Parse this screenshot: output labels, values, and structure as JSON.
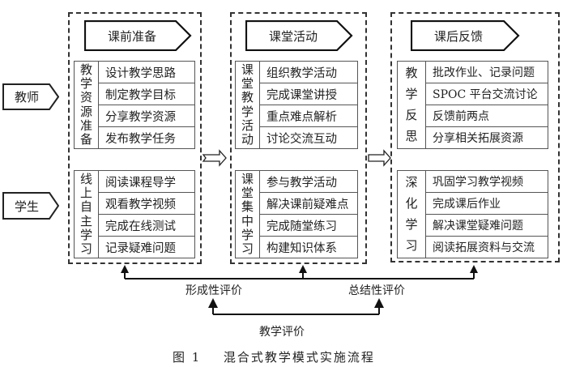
{
  "roles": {
    "teacher": "教师",
    "student": "学生"
  },
  "phases": [
    {
      "title": "课前准备",
      "teacher_block": {
        "side_label": [
          "教",
          "学",
          "资",
          "源",
          "准",
          "备"
        ],
        "items": [
          "设计教学思路",
          "制定教学目标",
          "分享教学资源",
          "发布教学任务"
        ]
      },
      "student_block": {
        "side_label": [
          "线",
          "上",
          "自",
          "主",
          "学",
          "习"
        ],
        "items": [
          "阅读课程导学",
          "观看教学视频",
          "完成在线测试",
          "记录疑难问题"
        ]
      }
    },
    {
      "title": "课堂活动",
      "teacher_block": {
        "side_label": [
          "课",
          "堂",
          "教",
          "学",
          "活",
          "动"
        ],
        "items": [
          "组织教学活动",
          "完成课堂讲授",
          "重点难点解析",
          "讨论交流互动"
        ]
      },
      "student_block": {
        "side_label": [
          "课",
          "堂",
          "集",
          "中",
          "学",
          "习"
        ],
        "items": [
          "参与教学活动",
          "解决课前疑难点",
          "完成随堂练习",
          "构建知识体系"
        ]
      }
    },
    {
      "title": "课后反馈",
      "teacher_block": {
        "side_label": [
          "教",
          "学",
          "反",
          "思"
        ],
        "items": [
          "批改作业、记录问题",
          "SPOC 平台交流讨论",
          "反馈前两点",
          "分享相关拓展资源"
        ]
      },
      "student_block": {
        "side_label": [
          "深",
          "化",
          "学",
          "习"
        ],
        "items": [
          "巩固学习教学视频",
          "完成课后作业",
          "解决课堂疑难问题",
          "阅读拓展资料与交流"
        ]
      }
    }
  ],
  "evaluation": {
    "formative": "形成性评价",
    "summative": "总结性评价",
    "overall": "教学评价"
  },
  "caption": {
    "figure_number": "图 1",
    "title": "混合式教学模式实施流程"
  }
}
